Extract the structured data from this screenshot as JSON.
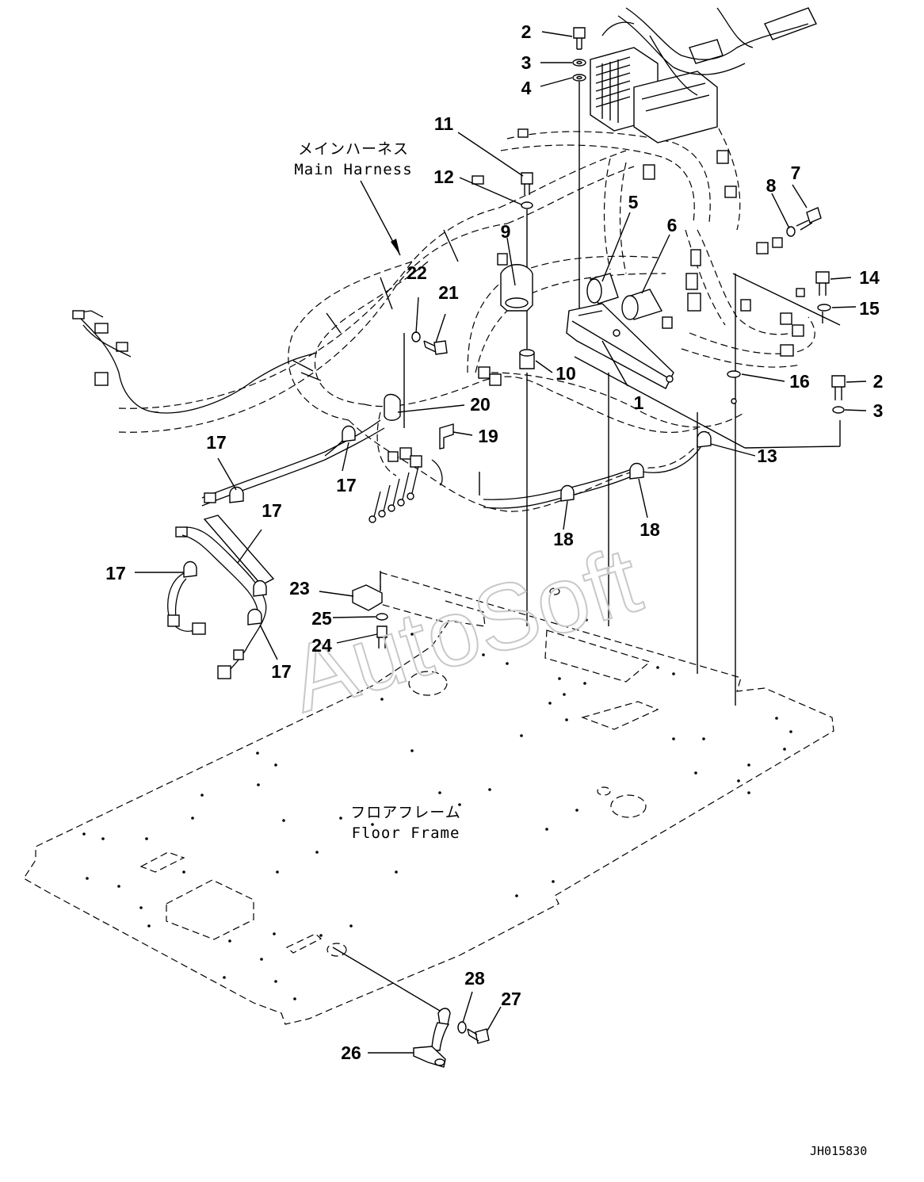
{
  "labels": {
    "main_harness_jp": "メインハーネス",
    "main_harness_en": "Main Harness",
    "floor_frame_jp": "フロアフレーム",
    "floor_frame_en": "Floor Frame",
    "drawing_code": "JH015830",
    "watermark": "AutoSoft"
  },
  "callouts": {
    "c1": "1",
    "c2a": "2",
    "c2b": "2",
    "c3a": "3",
    "c3b": "3",
    "c4": "4",
    "c5": "5",
    "c6": "6",
    "c7": "7",
    "c8": "8",
    "c9": "9",
    "c10": "10",
    "c11": "11",
    "c12": "12",
    "c13": "13",
    "c14": "14",
    "c15": "15",
    "c16": "16",
    "c17a": "17",
    "c17b": "17",
    "c17c": "17",
    "c17d": "17",
    "c17e": "17",
    "c18a": "18",
    "c18b": "18",
    "c19": "19",
    "c20": "20",
    "c21": "21",
    "c22": "22",
    "c23": "23",
    "c24": "24",
    "c25": "25",
    "c26": "26",
    "c27": "27",
    "c28": "28"
  }
}
